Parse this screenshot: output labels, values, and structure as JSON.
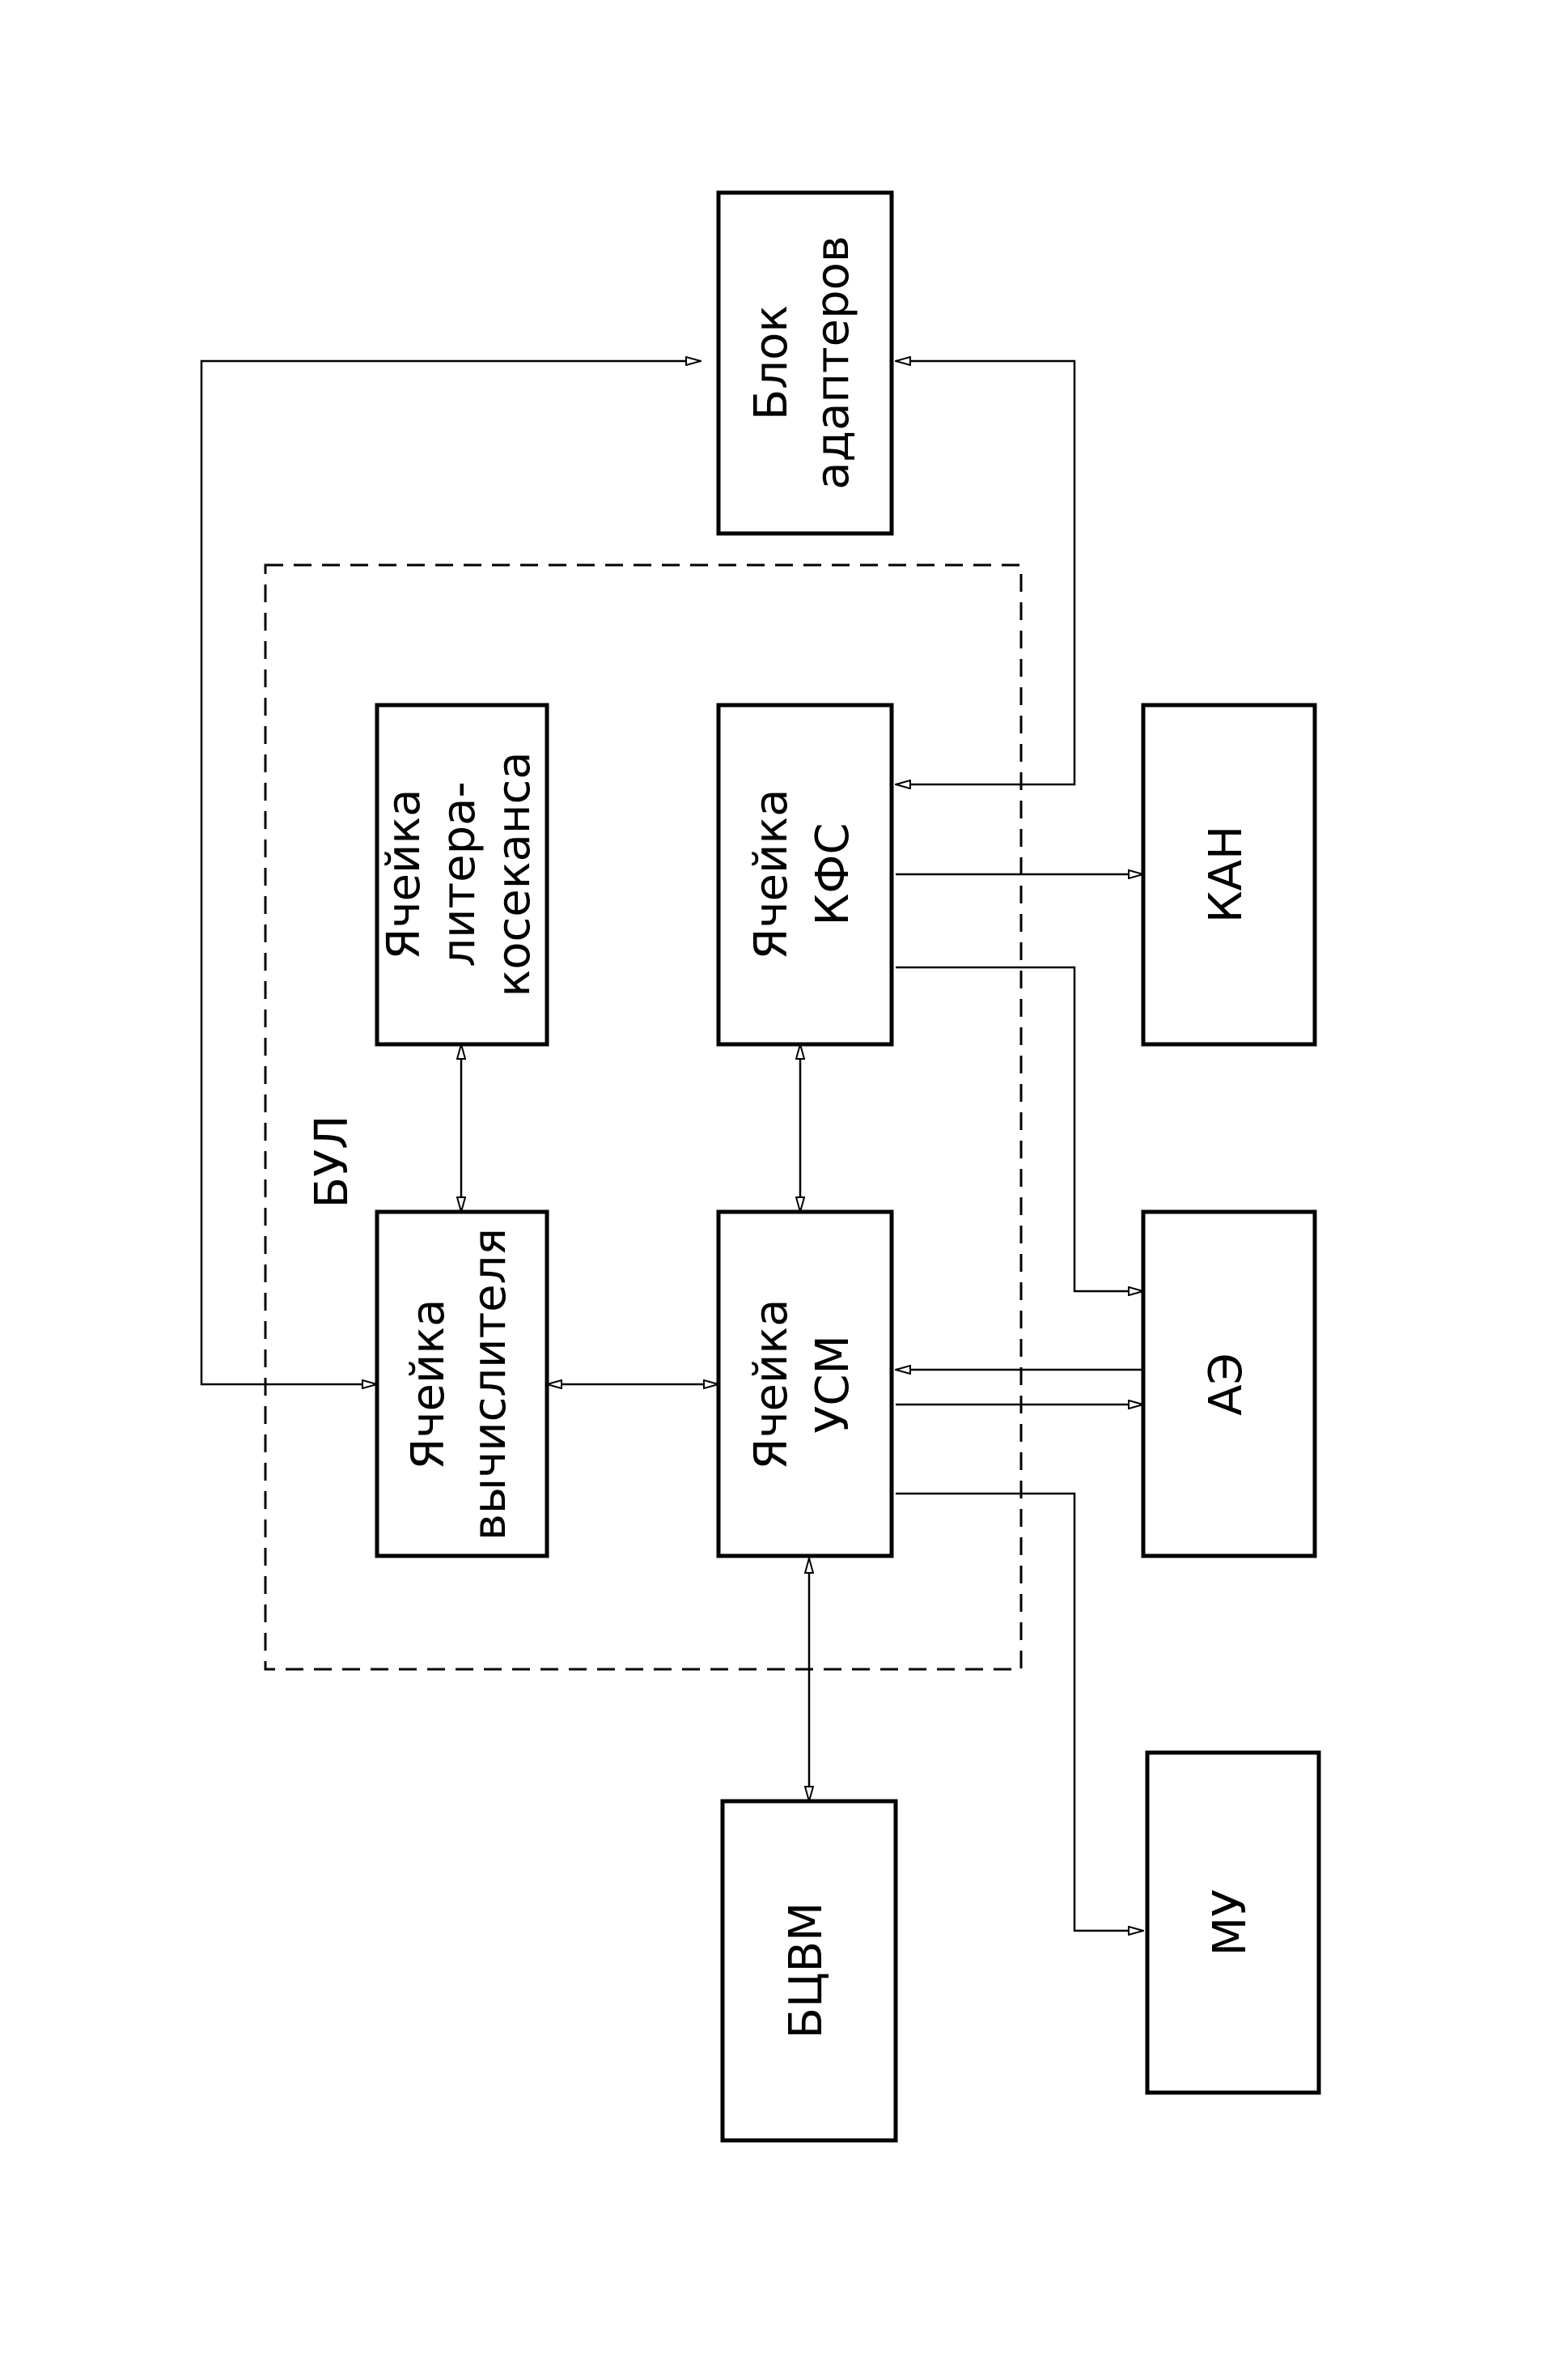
{
  "diagram": {
    "group": {
      "label": "БУЛ"
    },
    "blocks": {
      "adapters": {
        "line1": "Блок",
        "line2": "адаптеров"
      },
      "litera": {
        "line1": "Ячейка",
        "line2": "литера-",
        "line3": "косеканса"
      },
      "kfs": {
        "line1": "Ячейка",
        "line2": "КФС"
      },
      "calc": {
        "line1": "Ячейка",
        "line2": "вычислителя"
      },
      "usm": {
        "line1": "Ячейка",
        "line2": "УСМ"
      },
      "kan": {
        "line1": "КАН"
      },
      "az": {
        "line1": "АЭ"
      },
      "bcvm": {
        "line1": "БЦВМ"
      },
      "mu": {
        "line1": "МУ"
      }
    }
  }
}
